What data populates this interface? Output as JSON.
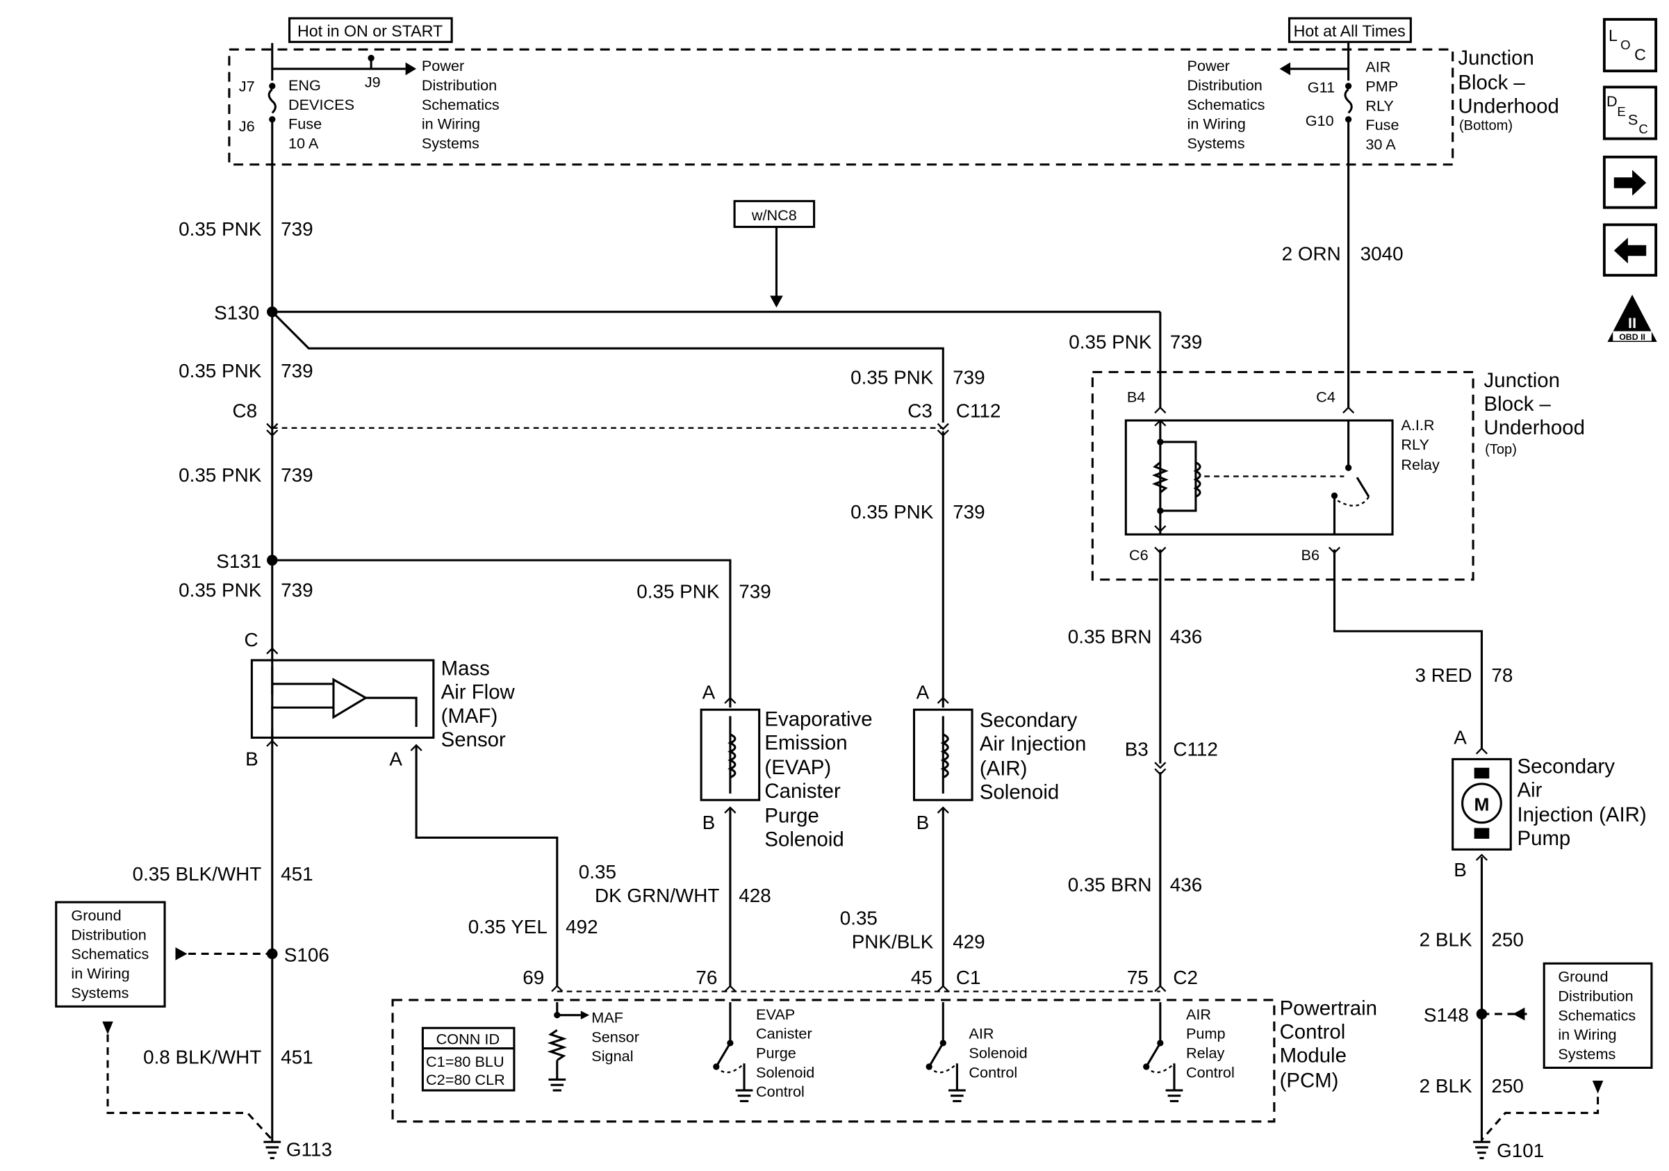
{
  "top_labels": {
    "hot_run": "Hot in ON or START",
    "hot_always": "Hot at All Times"
  },
  "jb_bottom": {
    "title": [
      "Junction",
      "Block –",
      "Underhood"
    ],
    "sub": "(Bottom)",
    "left_fuse": {
      "top_pin": "J7",
      "bot_pin": "J6",
      "lines": [
        "ENG",
        "DEVICES",
        "Fuse",
        "10 A"
      ]
    },
    "left_splice_pin": "J9",
    "left_pds": [
      "Power",
      "Distribution",
      "Schematics",
      "in Wiring",
      "Systems"
    ],
    "right_pds": [
      "Power",
      "Distribution",
      "Schematics",
      "in Wiring",
      "Systems"
    ],
    "right_fuse": {
      "top_pin": "G11",
      "bot_pin": "G10",
      "lines": [
        "AIR",
        "PMP",
        "RLY",
        "Fuse",
        "30 A"
      ]
    }
  },
  "option_label": "w/NC8",
  "splices": {
    "s130": "S130",
    "s131": "S131",
    "s106": "S106",
    "s148": "S148"
  },
  "grounds": {
    "g113": "G113",
    "g101": "G101"
  },
  "connectors": {
    "c8": "C8",
    "c3": "C3",
    "c112a": "C112",
    "b3": "B3",
    "c112b": "C112",
    "c1": "C1",
    "c2": "C2"
  },
  "wires": {
    "w1": {
      "gauge": "0.35 PNK",
      "circuit": "739"
    },
    "w2": {
      "gauge": "0.35 PNK",
      "circuit": "739"
    },
    "w3": {
      "gauge": "0.35 PNK",
      "circuit": "739"
    },
    "w4": {
      "gauge": "0.35 PNK",
      "circuit": "739"
    },
    "w5": {
      "gauge": "0.35 PNK",
      "circuit": "739"
    },
    "w6": {
      "gauge": "0.35 PNK",
      "circuit": "739"
    },
    "w7": {
      "gauge": "0.35 PNK",
      "circuit": "739"
    },
    "w8": {
      "gauge": "0.35 PNK",
      "circuit": "739"
    },
    "w9": {
      "gauge": "2 ORN",
      "circuit": "3040"
    },
    "w10": {
      "gauge": "0.35 BRN",
      "circuit": "436"
    },
    "w11": {
      "gauge": "0.35 BRN",
      "circuit": "436"
    },
    "w12": {
      "gauge": "3 RED",
      "circuit": "78"
    },
    "w13": {
      "gauge": "0.35 BLK/WHT",
      "circuit": "451"
    },
    "w14": {
      "gauge": "0.8 BLK/WHT",
      "circuit": "451"
    },
    "w15": {
      "gauge": "0.35 YEL",
      "circuit": "492"
    },
    "w16": {
      "gauge_line1": "0.35",
      "gauge_line2": "DK GRN/WHT",
      "circuit": "428"
    },
    "w17": {
      "gauge_line1": "0.35",
      "gauge_line2": "PNK/BLK",
      "circuit": "429"
    },
    "w18": {
      "gauge": "2 BLK",
      "circuit": "250"
    },
    "w19": {
      "gauge": "2 BLK",
      "circuit": "250"
    }
  },
  "maf": {
    "pin_c": "C",
    "pin_b": "B",
    "pin_a": "A",
    "name": [
      "Mass",
      "Air Flow",
      "(MAF)",
      "Sensor"
    ]
  },
  "evap": {
    "pin_a": "A",
    "pin_b": "B",
    "name": [
      "Evaporative",
      "Emission",
      "(EVAP)",
      "Canister",
      "Purge",
      "Solenoid"
    ]
  },
  "air_sol": {
    "pin_a": "A",
    "pin_b": "B",
    "name": [
      "Secondary",
      "Air Injection",
      "(AIR)",
      "Solenoid"
    ]
  },
  "relay_block": {
    "title": [
      "Junction",
      "Block –",
      "Underhood"
    ],
    "sub": "(Top)",
    "pins": {
      "b4": "B4",
      "c4": "C4",
      "c6": "C6",
      "b6": "B6"
    },
    "relay": [
      "A.I.R",
      "RLY",
      "Relay"
    ]
  },
  "air_pump": {
    "pin_a": "A",
    "pin_b": "B",
    "motor": "M",
    "name": [
      "Secondary",
      "Air",
      "Injection (AIR)",
      "Pump"
    ]
  },
  "pcm": {
    "name": [
      "Powertrain",
      "Control",
      "Module",
      "(PCM)"
    ],
    "pins": {
      "p69": "69",
      "p76": "76",
      "p45": "45",
      "p75": "75"
    },
    "conn_id": {
      "title": "CONN ID",
      "c1": "C1=80 BLU",
      "c2": "C2=80 CLR"
    },
    "maf_sig": [
      "MAF",
      "Sensor",
      "Signal"
    ],
    "evap_ctl": [
      "EVAP",
      "Canister",
      "Purge",
      "Solenoid",
      "Control"
    ],
    "air_sol_ctl": [
      "AIR",
      "Solenoid",
      "Control"
    ],
    "air_pump_ctl": [
      "AIR",
      "Pump",
      "Relay",
      "Control"
    ]
  },
  "ground_dist_left": [
    "Ground",
    "Distribution",
    "Schematics",
    "in Wiring",
    "Systems"
  ],
  "ground_dist_right": [
    "Ground",
    "Distribution",
    "Schematics",
    "in Wiring",
    "Systems"
  ],
  "nav": {
    "loc": [
      "L",
      "O",
      "C"
    ],
    "desc": [
      "D",
      "E",
      "S",
      "C"
    ],
    "obd": "II",
    "obd_sub": "OBD II"
  }
}
